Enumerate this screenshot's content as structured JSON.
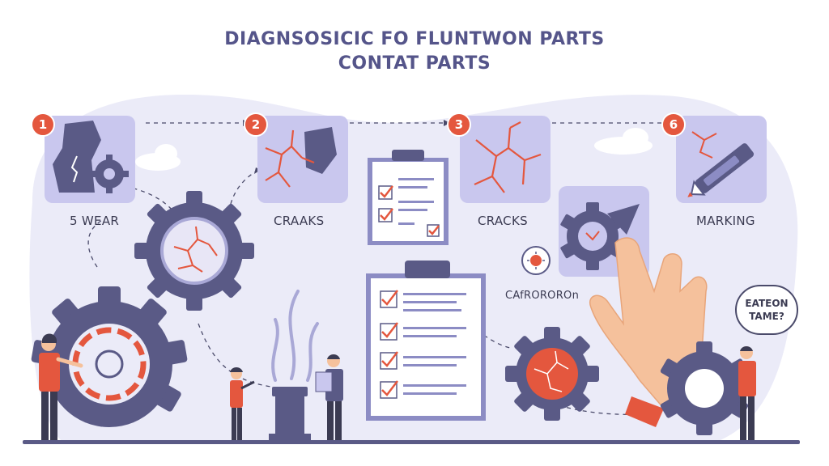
{
  "title": {
    "line1": "DIAGNSOSICIC FO FLUNTWON PARTS",
    "line2": "CONTAT PARTS"
  },
  "steps": [
    {
      "badge": "1",
      "label": "5 WEAR",
      "icon": "worn-part-gear-icon"
    },
    {
      "badge": "2",
      "label": "CRAAKS",
      "icon": "cracked-part-icon"
    },
    {
      "badge": "3",
      "label": "CRACKS",
      "icon": "crack-lines-icon"
    },
    {
      "badge": "6",
      "label": "MARKING",
      "icon": "marker-pen-icon"
    }
  ],
  "corrosion_label": "CAfROROROn",
  "speech_bubble": {
    "line1": "EATEON",
    "line2": "TAME?"
  },
  "colors": {
    "accent": "#e4573e",
    "gear": "#5a5a86",
    "card": "#c9c7ee",
    "background_blob": "#ebebf8",
    "title": "#55558a"
  }
}
